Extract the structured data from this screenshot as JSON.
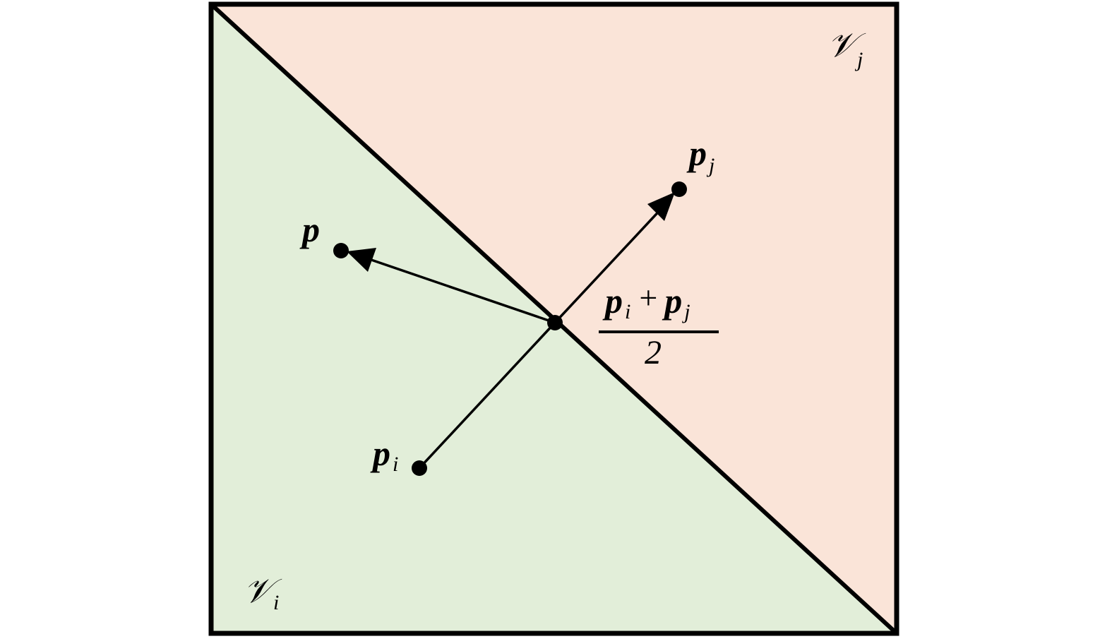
{
  "regions": {
    "region_i": {
      "label": "𝒱",
      "subscript": "i",
      "color": "#e2eed9"
    },
    "region_j": {
      "label": "𝒱",
      "subscript": "j",
      "color": "#fae4d8"
    }
  },
  "points": {
    "p": {
      "label": "p",
      "subscript": ""
    },
    "p_i": {
      "label": "p",
      "subscript": "i"
    },
    "p_j": {
      "label": "p",
      "subscript": "j"
    }
  },
  "midpoint_formula": {
    "numerator_left": "p",
    "numerator_left_sub": "i",
    "operator": "+",
    "numerator_right": "p",
    "numerator_right_sub": "j",
    "denominator": "2"
  },
  "colors": {
    "stroke": "#000000",
    "background": "#ffffff"
  }
}
